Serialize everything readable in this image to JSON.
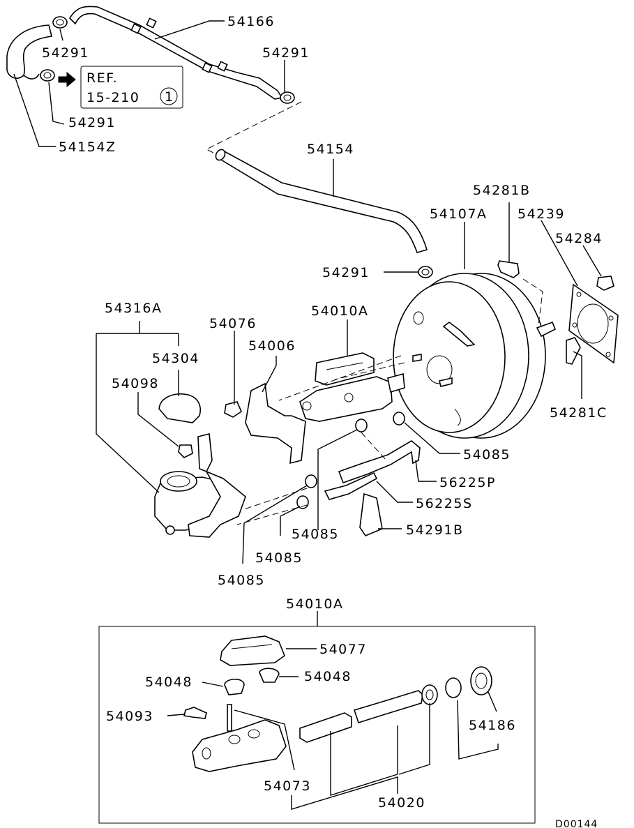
{
  "labels": {
    "p54166": "54166",
    "p54291_a": "54291",
    "p54291_b": "54291",
    "p54291_c": "54291",
    "p54154z": "54154Z",
    "p54154": "54154",
    "p54281b": "54281B",
    "p54107a": "54107A",
    "p54239": "54239",
    "p54284": "54284",
    "p54291_d": "54291",
    "p54316a": "54316A",
    "p54076": "54076",
    "p54010a_top": "54010A",
    "p54006": "54006",
    "p54304": "54304",
    "p54098": "54098",
    "p54281c": "54281C",
    "p54085_a": "54085",
    "p56225p": "56225P",
    "p56225s": "56225S",
    "p54291b": "54291B",
    "p54085_b": "54085",
    "p54085_c": "54085",
    "p54085_d": "54085",
    "p54010a_box": "54010A",
    "p54077": "54077",
    "p54048_l": "54048",
    "p54048_r": "54048",
    "p54093": "54093",
    "p54186": "54186",
    "p54073": "54073",
    "p54020": "54020",
    "diagram_code": "D00144"
  },
  "ref_box": {
    "line1": "REF.",
    "line2": "15-210",
    "circle": "1"
  }
}
